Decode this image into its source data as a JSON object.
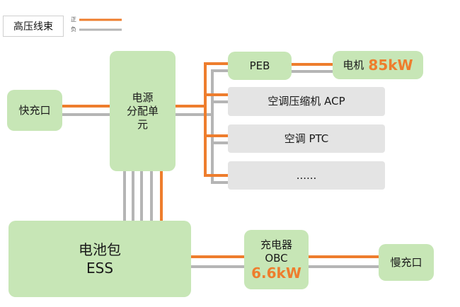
{
  "legend": {
    "title": "高压线束",
    "positive_label": "正",
    "negative_label": "负",
    "positive_color": "#ee7d2d",
    "negative_color": "#b5b5b5"
  },
  "nodes": {
    "fast_charge": "快充口",
    "pdu": {
      "line1": "电源",
      "line2": "分配单",
      "line3": "元"
    },
    "peb": "PEB",
    "motor": {
      "label": "电机",
      "power": "85kW"
    },
    "ac_compressor": "空调压缩机 ACP",
    "ac_ptc": "空调 PTC",
    "more": "......",
    "battery": {
      "line1": "电池包",
      "line2": "ESS"
    },
    "charger": {
      "line1": "充电器",
      "line2": "OBC",
      "power": "6.6kW"
    },
    "slow_charge": "慢充口"
  },
  "colors": {
    "green_box": "#c7e6b6",
    "gray_box": "#e4e4e4",
    "power_text": "#ee7d2d"
  }
}
